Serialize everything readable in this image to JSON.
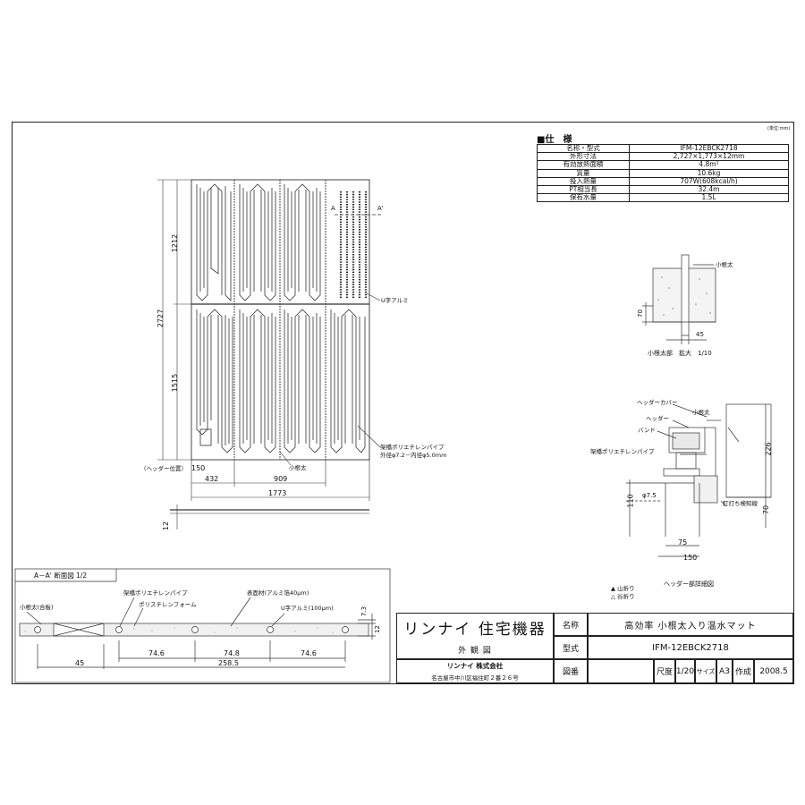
{
  "unit_note": "(単位:mm)",
  "spec": {
    "heading": "■仕　様",
    "rows": [
      {
        "label": "名称・型式",
        "value": "IFM-12EBCK2718"
      },
      {
        "label": "外形寸法",
        "value": "2,727×1,773×12mm"
      },
      {
        "label": "有効放熱面積",
        "value": "4.8m²"
      },
      {
        "label": "質量",
        "value": "10.6kg"
      },
      {
        "label": "投入熱量",
        "value": "707W(608kcal/h)"
      },
      {
        "label": "PT相当長",
        "value": "32.4m"
      },
      {
        "label": "保有水量",
        "value": "1.5L"
      }
    ]
  },
  "plan": {
    "dim_total_height": "2727",
    "dim_upper": "1212",
    "dim_lower": "1515",
    "dim_432": "432",
    "dim_909": "909",
    "dim_1773": "1773",
    "dim_150": "150",
    "dim_12": "12",
    "header_position": "（ヘッダー位置）",
    "label_u_alumi": "U字アルミ",
    "label_pipe": "架橋ポリエチレンパイプ",
    "label_pipe_dia": "外径φ7.2－内径φ5.0mm",
    "label_konedai": "小根太",
    "section_a": "A",
    "section_a2": "A'"
  },
  "detail_konedai": {
    "label": "小根太",
    "dim_70": "70",
    "dim_45": "45",
    "caption": "小根太部　拡大　1/10"
  },
  "detail_header": {
    "label_cover": "ヘッダーカバー",
    "label_header": "ヘッダー",
    "label_band": "バンド",
    "label_konedai": "小根太",
    "label_pipe": "架橋ポリエチレンパイプ",
    "label_phi": "φ7.5",
    "label_nail": "釘打ち検知線",
    "dim_226": "226",
    "dim_70": "70",
    "dim_110": "110",
    "dim_75": "75",
    "dim_150": "150",
    "fold_mountain": "▲ 山折り",
    "fold_valley": "△ 谷折り",
    "caption": "ヘッダー部詳細図"
  },
  "section": {
    "title": "A－A' 断面図 1/2",
    "label_konedai": "小根太(合板)",
    "label_pipe": "架橋ポリエチレンパイプ",
    "label_foam": "ポリスチレンフォーム",
    "label_surface": "表面材(アルミ箔40μm)",
    "label_u": "U字アルミ(100μm)",
    "dim_45": "45",
    "dim_746a": "74.6",
    "dim_748": "74.8",
    "dim_746b": "74.6",
    "dim_2585": "258.5",
    "dim_73": "7.3",
    "dim_12": "12"
  },
  "title_block": {
    "brand": "リンナイ 住宅機器",
    "drawing_kind": "外 観 図",
    "name_label": "名称",
    "name_value": "高効率 小根太入り温水マット",
    "model_label": "型式",
    "model_value": "IFM-12EBCK2718",
    "drawing_no_label": "図番",
    "scale_label": "尺度",
    "scale_value": "1/20",
    "size_label": "サイズ",
    "size_value": "A3",
    "date_label": "作成",
    "date_value": "2008.5",
    "company": "リンナイ 株式会社",
    "address": "名古屋市中川区福住町２番２６号"
  },
  "colors": {
    "line": "#222222",
    "paper": "#ffffff"
  }
}
